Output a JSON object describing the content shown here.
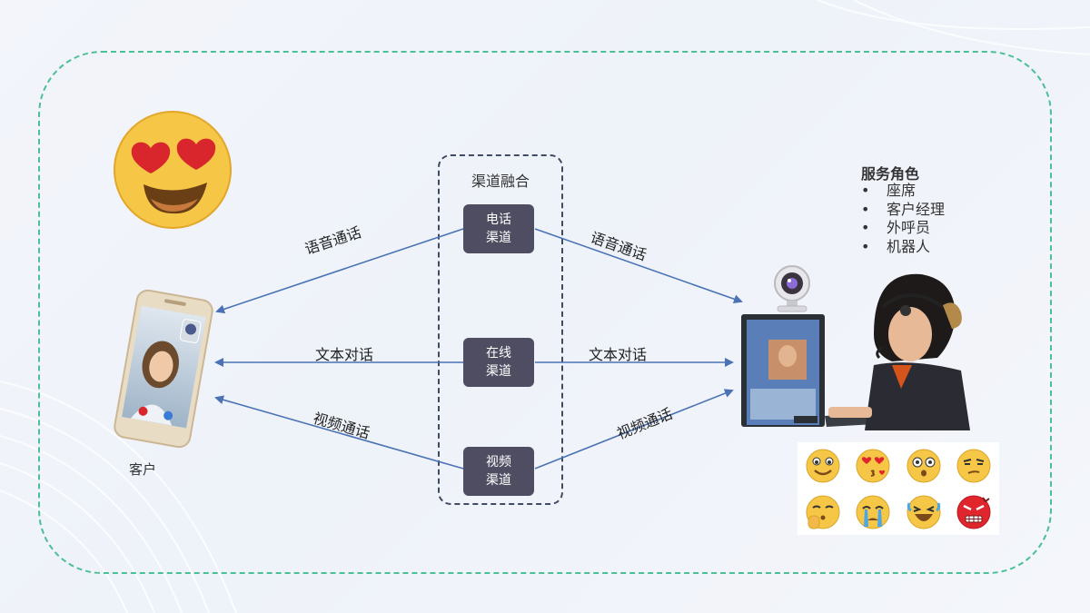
{
  "diagram": {
    "channel_group_title": "渠道融合",
    "channels": [
      {
        "line1": "电话",
        "line2": "渠道"
      },
      {
        "line1": "在线",
        "line2": "渠道"
      },
      {
        "line1": "视频",
        "line2": "渠道"
      }
    ],
    "left_labels": {
      "voice": "语音通话",
      "text": "文本对话",
      "video": "视频通话"
    },
    "right_labels": {
      "voice": "语音通话",
      "text": "文本对话",
      "video": "视频通话"
    },
    "customer_label": "客户",
    "roles": {
      "title": "服务角色",
      "items": [
        "座席",
        "客户经理",
        "外呼员",
        "机器人"
      ]
    },
    "emoji_icons": [
      "smile-icon",
      "kiss-icon",
      "surprised-icon",
      "smirk-icon",
      "shush-icon",
      "crying-icon",
      "laughing-icon",
      "angry-icon"
    ]
  },
  "colors": {
    "frame_dash": "#4bbf96",
    "channel_box_dash": "#3f4a63",
    "channel_fill": "#4f4d62",
    "arrow": "#4a72b5"
  }
}
